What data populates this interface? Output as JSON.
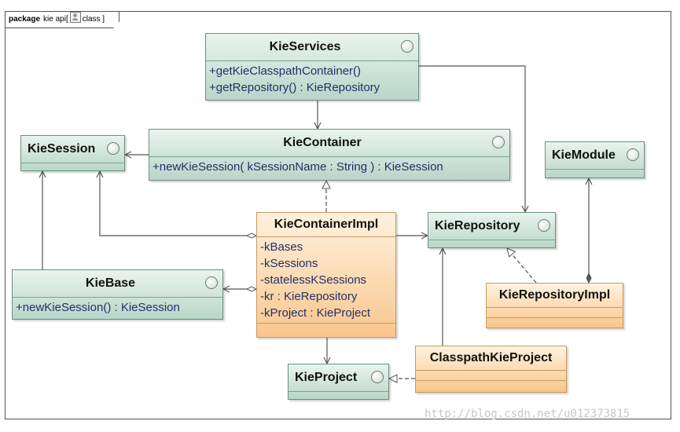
{
  "package": {
    "keyword": "package",
    "name": "kie api",
    "stereotype": "class"
  },
  "classes": {
    "kie_services": {
      "name": "KieServices",
      "ops": [
        "+getKieClasspathContainer()",
        "+getRepository() : KieRepository"
      ]
    },
    "kie_container": {
      "name": "KieContainer",
      "ops": [
        "+newKieSession( kSessionName : String ) : KieSession"
      ]
    },
    "kie_session": {
      "name": "KieSession"
    },
    "kie_module": {
      "name": "KieModule"
    },
    "kie_container_impl": {
      "name": "KieContainerImpl",
      "attrs": [
        "-kBases",
        "-kSessions",
        "-statelessKSessions",
        "-kr : KieRepository",
        "-kProject : KieProject"
      ]
    },
    "kie_repository": {
      "name": "KieRepository"
    },
    "kie_base": {
      "name": "KieBase",
      "ops": [
        "+newKieSession() : KieSession"
      ]
    },
    "kie_repository_impl": {
      "name": "KieRepositoryImpl"
    },
    "classpath_kie_project": {
      "name": "ClasspathKieProject"
    },
    "kie_project": {
      "name": "KieProject"
    }
  },
  "colors": {
    "interface_fill": "#b9d6c8",
    "class_fill": "#f9c68c",
    "line": "#555555"
  },
  "watermark": "http://blog.csdn.net/u012373815"
}
